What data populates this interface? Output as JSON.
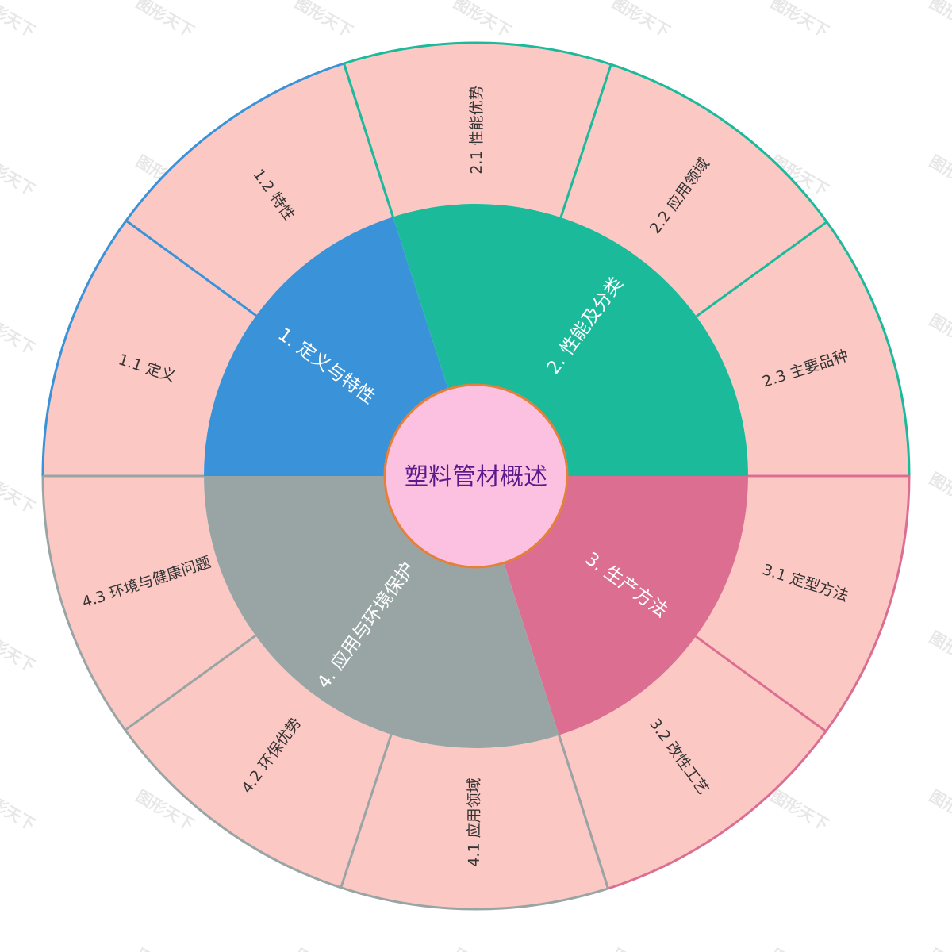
{
  "diagram": {
    "type": "sunburst",
    "center": {
      "label": "塑料管材概述",
      "fill": "#fcc0e0",
      "stroke": "#e5803a",
      "text_color": "#5a1a8c"
    },
    "outer_fill": "#fbc8c4",
    "groups": [
      {
        "label": "1. 定义与特性",
        "color": "#3a93d8",
        "start_angle": 180,
        "end_angle": 252.25,
        "children": [
          {
            "label": "1.1 定义"
          },
          {
            "label": "1.2 特性"
          }
        ]
      },
      {
        "label": "2. 性能及分类",
        "color": "#1bba9b",
        "start_angle": 252.25,
        "end_angle": 360,
        "children": [
          {
            "label": "2.1 性能优势"
          },
          {
            "label": "2.2 应用领域"
          },
          {
            "label": "2.3 主要品种"
          }
        ]
      },
      {
        "label": "3. 生产方法",
        "color": "#dc6f91",
        "start_angle": 0,
        "end_angle": 72.25,
        "children": [
          {
            "label": "3.1 定型方法"
          },
          {
            "label": "3.2 改性工艺"
          }
        ]
      },
      {
        "label": "4. 应用与环境保护",
        "color": "#99a5a5",
        "start_angle": 72.25,
        "end_angle": 180,
        "children": [
          {
            "label": "4.1 应用领域"
          },
          {
            "label": "4.2 环保优势"
          },
          {
            "label": "4.3 环境与健康问题"
          }
        ]
      }
    ],
    "watermark": "图形天下"
  }
}
